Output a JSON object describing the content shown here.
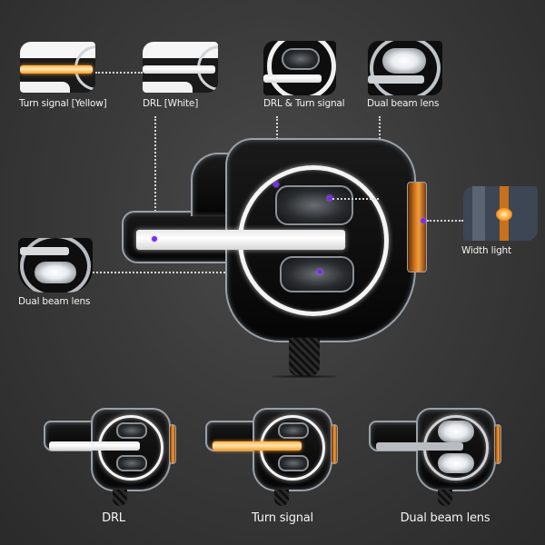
{
  "callouts_top": [
    {
      "label": "Turn signal [Yellow]",
      "feature": "turn-signal-yellow"
    },
    {
      "label": "DRL [White]",
      "feature": "drl-white"
    },
    {
      "label": "DRL & Turn signal",
      "feature": "drl-and-turn-signal"
    },
    {
      "label": "Dual beam lens",
      "feature": "dual-beam-lens"
    }
  ],
  "callout_left": {
    "label": "Dual beam lens"
  },
  "callout_right": {
    "label": "Width light"
  },
  "modes_bottom": [
    {
      "label": "DRL",
      "bar_color": "#ffffff"
    },
    {
      "label": "Turn signal",
      "bar_color": "#ffc070"
    },
    {
      "label": "Dual beam lens",
      "bar_color": "#e0e0e0"
    }
  ],
  "colors": {
    "background": "#3a3a3a",
    "marker_dot": "#7b2cf0",
    "leader_line": "#d8d8d8",
    "amber": "#f0a040",
    "drl_white": "#ffffff"
  }
}
